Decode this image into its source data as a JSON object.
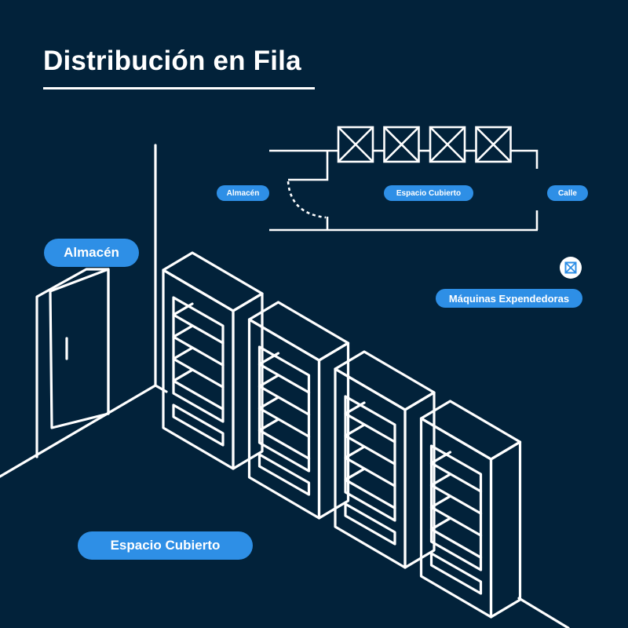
{
  "title": "Distribución en Fila",
  "floor_plan": {
    "labels": {
      "storage": "Almacén",
      "covered_space": "Espacio Cubierto",
      "street": "Calle"
    },
    "vending_machine_count": 4
  },
  "legend": {
    "icon": "crossed-box-icon",
    "label": "Máquinas Expendedoras"
  },
  "illustration": {
    "storage_label": "Almacén",
    "covered_space_label": "Espacio Cubierto",
    "vending_machine_count": 4,
    "shelves_per_machine": 4
  },
  "colors": {
    "background": "#02223a",
    "accent": "#2e8fe6",
    "line": "#ffffff"
  }
}
